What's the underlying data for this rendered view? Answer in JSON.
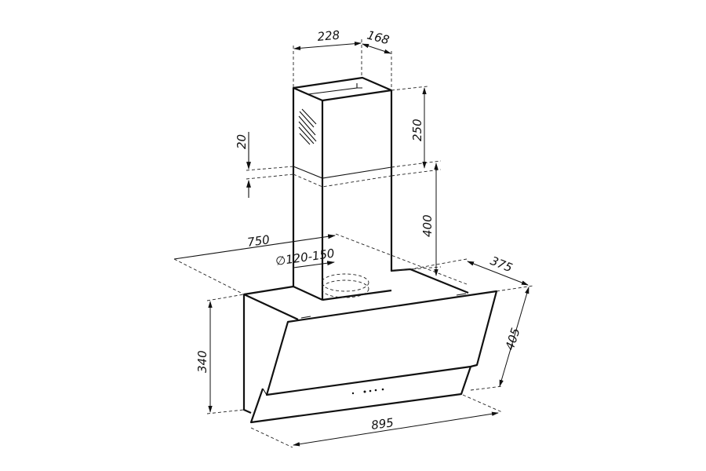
{
  "title": "Cooker hood dimension drawing",
  "dimensions": {
    "chimney_width": "228",
    "chimney_depth": "168",
    "upper_chimney_height": "250",
    "lower_chimney_height": "400",
    "overlap": "20",
    "depth_750": "750",
    "duct_diameter": "∅120-150",
    "hood_depth": "375",
    "glass_height": "405",
    "body_height": "340",
    "hood_width": "895"
  },
  "colors": {
    "line": "#111111",
    "background": "#ffffff"
  }
}
